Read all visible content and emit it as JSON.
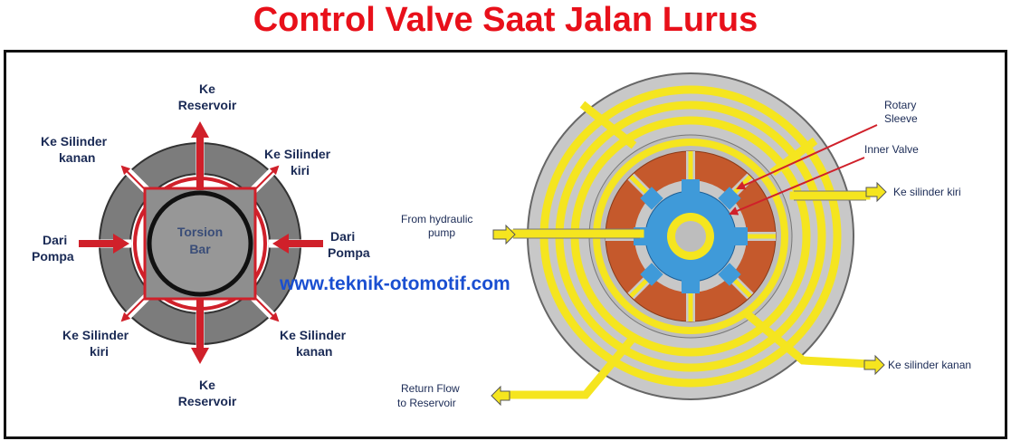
{
  "title": "Control Valve Saat Jalan Lurus",
  "watermark": "www.teknik-otomotif.com",
  "left_diagram": {
    "center_label_1": "Torsion",
    "center_label_2": "Bar",
    "top": [
      "Ke",
      "Reservoir"
    ],
    "bottom": [
      "Ke",
      "Reservoir"
    ],
    "left": [
      "Dari",
      "Pompa"
    ],
    "right": [
      "Dari",
      "Pompa"
    ],
    "top_left": [
      "Ke Silinder",
      "kanan"
    ],
    "top_right": [
      "Ke Silinder",
      "kiri"
    ],
    "bottom_left": [
      "Ke Silinder",
      "kiri"
    ],
    "bottom_right": [
      "Ke Silinder",
      "kanan"
    ]
  },
  "right_diagram": {
    "rotary_sleeve": [
      "Rotary",
      "Sleeve"
    ],
    "inner_valve": "Inner Valve",
    "from_pump": [
      "From  hydraulic",
      "pump"
    ],
    "return_flow": [
      "Return Flow",
      "to Reservoir"
    ],
    "ke_silinder_kiri": "Ke  silinder kiri",
    "ke_silinder_kanan": "Ke silinder kanan"
  },
  "colors": {
    "title": "#e8101a",
    "arrow_red": "#d0202a",
    "segment_gray": "#7a7a7a",
    "passage_yellow": "#f5e51f",
    "valve_blue": "#3f9ad9",
    "rotor_brown": "#c5592c",
    "watermark": "#1a4fd1"
  }
}
